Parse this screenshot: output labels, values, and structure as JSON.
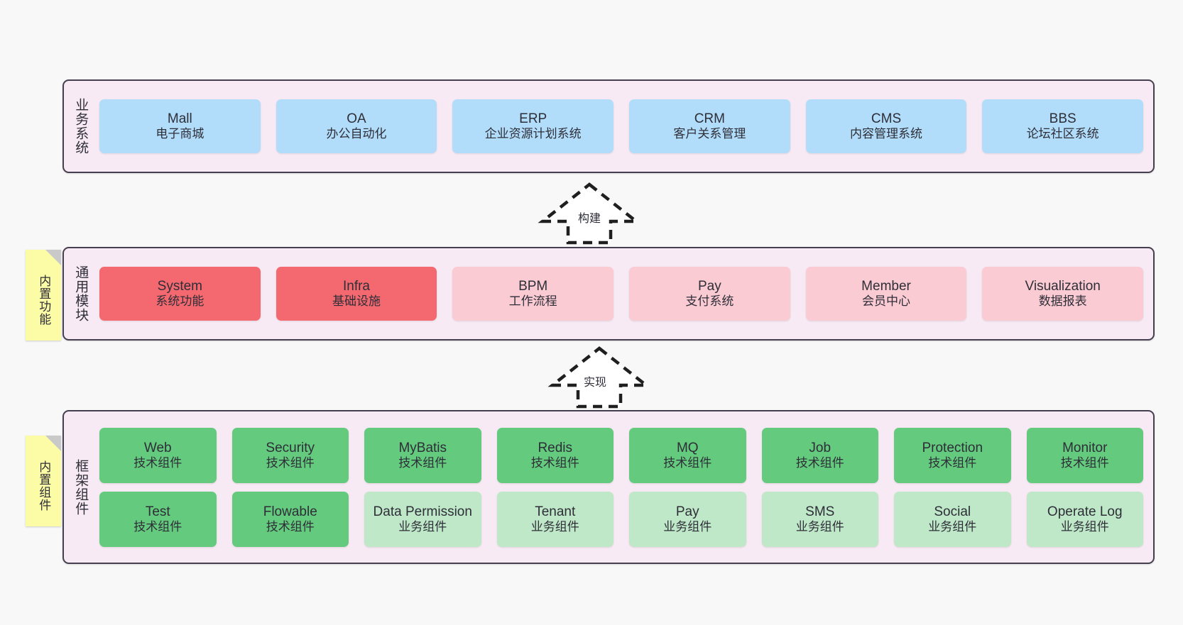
{
  "diagram": {
    "background_color": "#F8F8F8",
    "panel_background": "#F8EAF4",
    "panel_border_color": "#45404F",
    "note_color": "#FCFBA6"
  },
  "business_layer": {
    "label": "业务系统",
    "box_color": "#B2DDFA",
    "items": [
      {
        "en": "Mall",
        "cn": "电子商城"
      },
      {
        "en": "OA",
        "cn": "办公自动化"
      },
      {
        "en": "ERP",
        "cn": "企业资源计划系统"
      },
      {
        "en": "CRM",
        "cn": "客户关系管理"
      },
      {
        "en": "CMS",
        "cn": "内容管理系统"
      },
      {
        "en": "BBS",
        "cn": "论坛社区系统"
      }
    ]
  },
  "arrow_build": {
    "label": "构建",
    "style": "dashed-hollow-triangle-up"
  },
  "common_layer": {
    "label": "通用模块",
    "note": "内置功能",
    "highlight_color": "#F4686F",
    "normal_color": "#FBCBD3",
    "items": [
      {
        "en": "System",
        "cn": "系统功能",
        "highlight": true
      },
      {
        "en": "Infra",
        "cn": "基础设施",
        "highlight": true
      },
      {
        "en": "BPM",
        "cn": "工作流程",
        "highlight": false
      },
      {
        "en": "Pay",
        "cn": "支付系统",
        "highlight": false
      },
      {
        "en": "Member",
        "cn": "会员中心",
        "highlight": false
      },
      {
        "en": "Visualization",
        "cn": "数据报表",
        "highlight": false
      }
    ]
  },
  "arrow_impl": {
    "label": "实现",
    "style": "dashed-hollow-triangle-up"
  },
  "framework_layer": {
    "label": "框架组件",
    "note": "内置组件",
    "tech_color": "#64CA7D",
    "biz_color": "#BFE8C8",
    "row_tech": [
      {
        "en": "Web",
        "cn": "技术组件"
      },
      {
        "en": "Security",
        "cn": "技术组件"
      },
      {
        "en": "MyBatis",
        "cn": "技术组件"
      },
      {
        "en": "Redis",
        "cn": "技术组件"
      },
      {
        "en": "MQ",
        "cn": "技术组件"
      },
      {
        "en": "Job",
        "cn": "技术组件"
      },
      {
        "en": "Protection",
        "cn": "技术组件"
      },
      {
        "en": "Monitor",
        "cn": "技术组件"
      }
    ],
    "row_biz": [
      {
        "en": "Test",
        "cn": "技术组件",
        "color": "tech"
      },
      {
        "en": "Flowable",
        "cn": "技术组件",
        "color": "tech"
      },
      {
        "en": "Data Permission",
        "cn": "业务组件",
        "color": "biz"
      },
      {
        "en": "Tenant",
        "cn": "业务组件",
        "color": "biz"
      },
      {
        "en": "Pay",
        "cn": "业务组件",
        "color": "biz"
      },
      {
        "en": "SMS",
        "cn": "业务组件",
        "color": "biz"
      },
      {
        "en": "Social",
        "cn": "业务组件",
        "color": "biz"
      },
      {
        "en": "Operate Log",
        "cn": "业务组件",
        "color": "biz"
      }
    ]
  }
}
